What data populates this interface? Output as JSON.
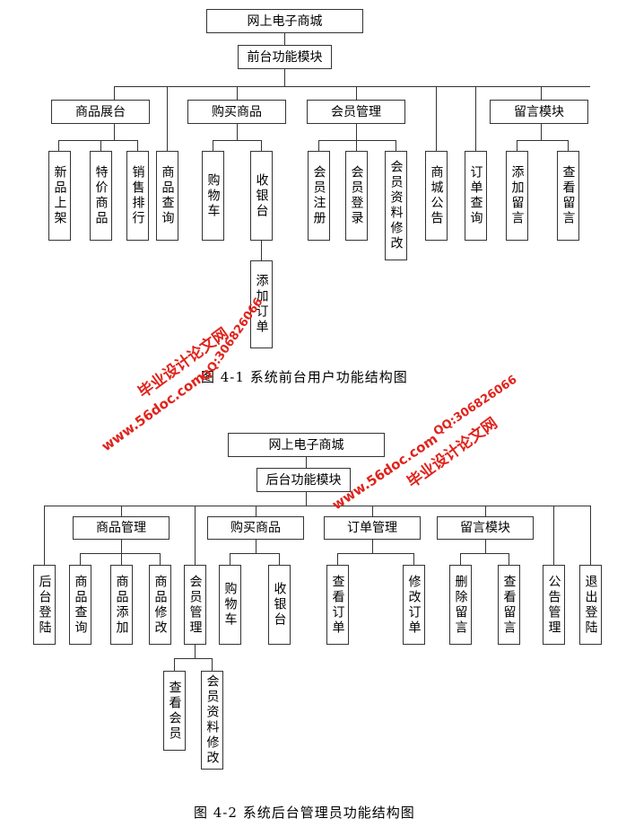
{
  "diagram1": {
    "caption": "图 4-1    系统前台用户功能结构图",
    "root": "网上电子商城",
    "module": "前台功能模块",
    "nodes": {
      "n1": "商品展台",
      "n2": "购买商品",
      "n3": "会员管理",
      "n4": "留言模块",
      "l1": "新品上架",
      "l2": "特价商品",
      "l3": "销售排行",
      "l4": "商品查询",
      "l5": "购物车",
      "l6": "收银台",
      "l7": "会员注册",
      "l8": "会员登录",
      "l9": "会员资料修改",
      "l10": "商城公告",
      "l11": "订单查询",
      "l12": "添加留言",
      "l13": "查看留言",
      "l14": "添加订单"
    }
  },
  "diagram2": {
    "caption": "图 4-2    系统后台管理员功能结构图",
    "root": "网上电子商城",
    "module": "后台功能模块",
    "nodes": {
      "n1": "商品管理",
      "n2": "购买商品",
      "n3": "订单管理",
      "n4": "留言模块",
      "l1": "后台登陆",
      "l2": "商品查询",
      "l3": "商品添加",
      "l4": "商品修改",
      "l5": "会员管理",
      "l6": "购物车",
      "l7": "收银台",
      "l8": "查看订单",
      "l9": "修改订单",
      "l10": "删除留言",
      "l11": "查看留言",
      "l12": "公告管理",
      "l13": "退出登陆",
      "l14": "查看会员",
      "l15": "会员资料修改"
    }
  },
  "watermarks": {
    "site1": "www.56doc.com",
    "name1": "毕业设计论文网",
    "qq1": "QQ:306826066",
    "site2": "www.56doc.com",
    "name2": "毕业设计论文网",
    "qq2": "QQ:306826066"
  },
  "colors": {
    "line": "#333333",
    "watermark": "#e0231c"
  }
}
